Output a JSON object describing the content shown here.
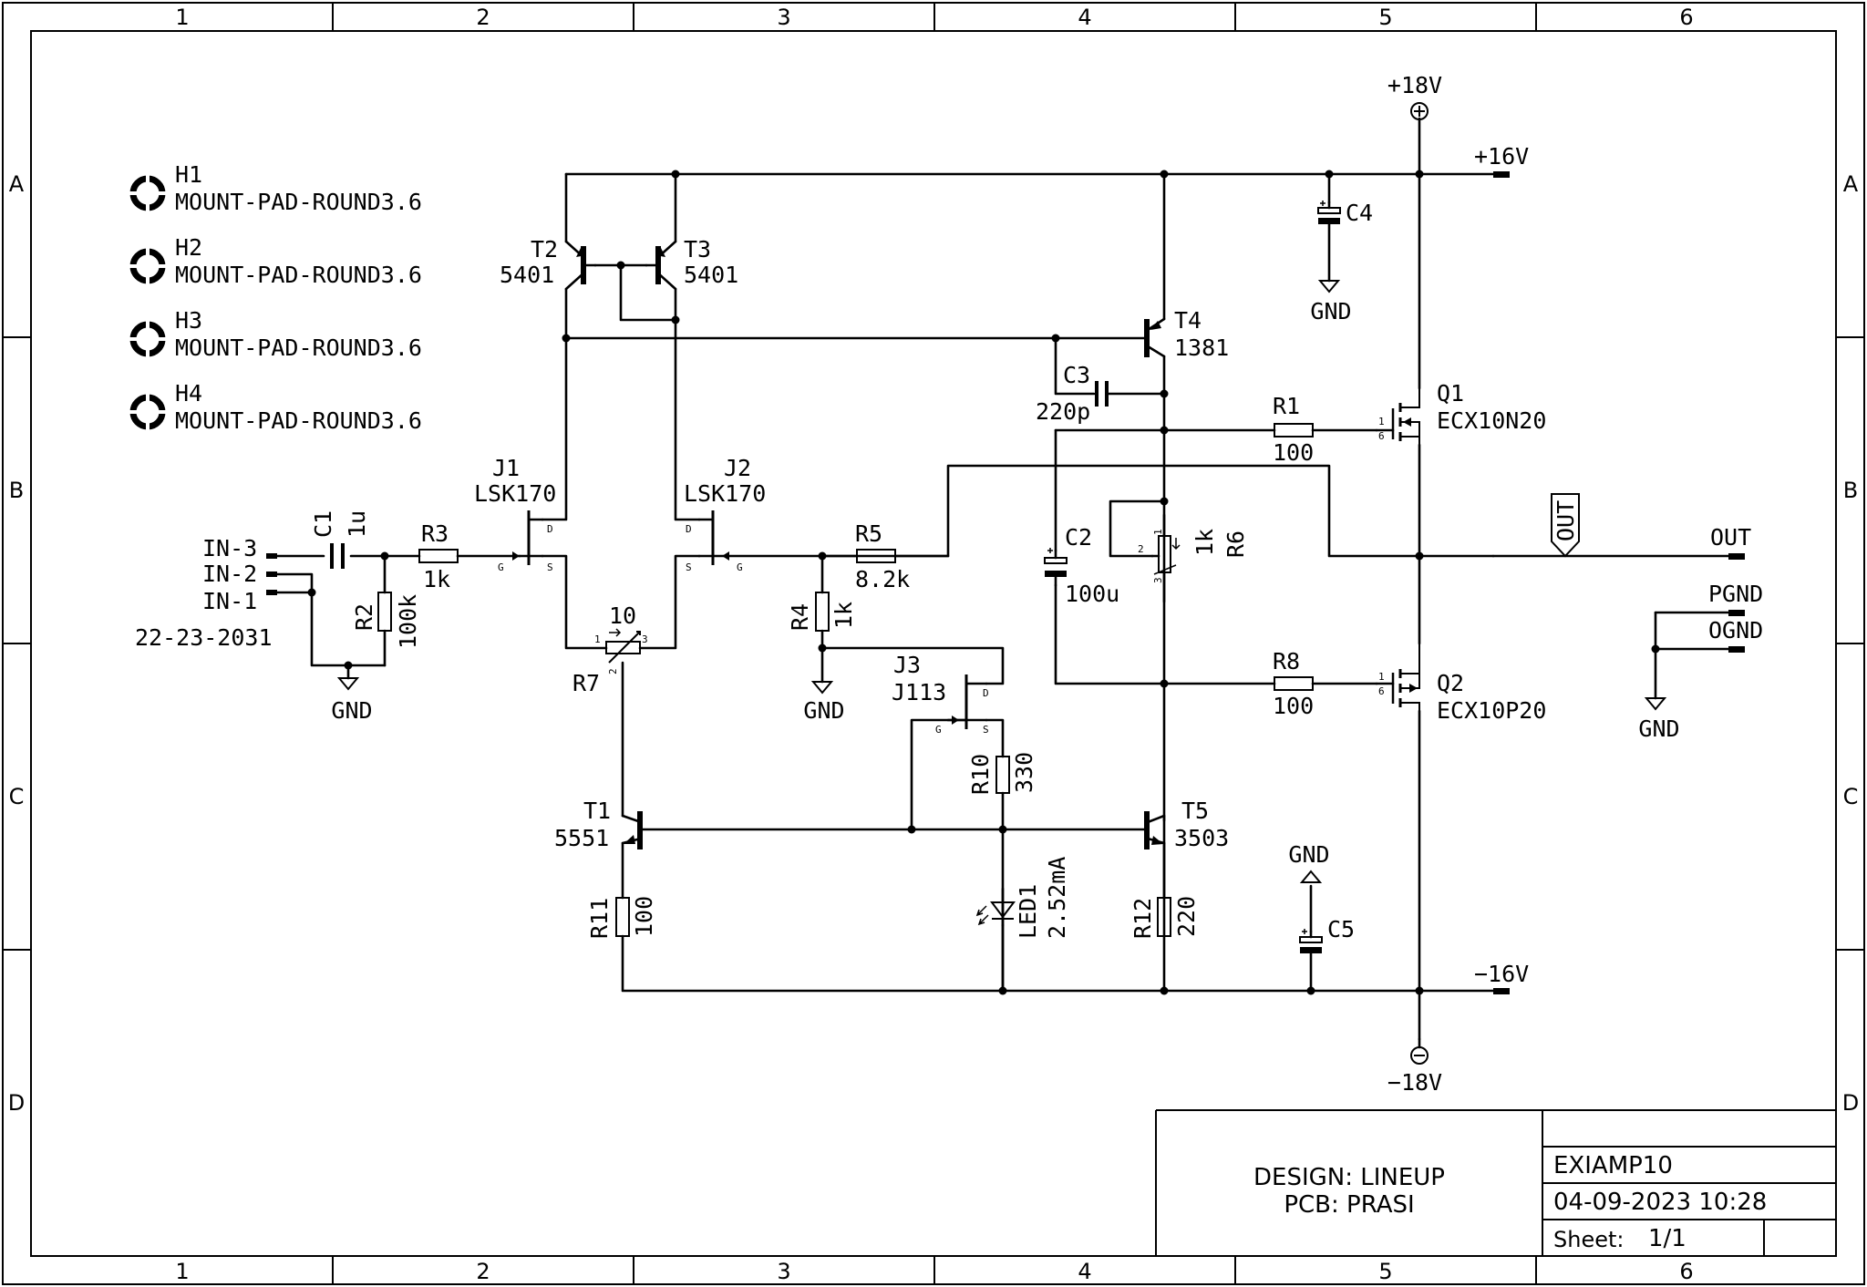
{
  "frame": {
    "columns": [
      "1",
      "2",
      "3",
      "4",
      "5",
      "6"
    ],
    "rows": [
      "A",
      "B",
      "C",
      "D"
    ]
  },
  "mount_holes": [
    {
      "ref": "H1",
      "value": "MOUNT-PAD-ROUND3.6"
    },
    {
      "ref": "H2",
      "value": "MOUNT-PAD-ROUND3.6"
    },
    {
      "ref": "H3",
      "value": "MOUNT-PAD-ROUND3.6"
    },
    {
      "ref": "H4",
      "value": "MOUNT-PAD-ROUND3.6"
    }
  ],
  "components": {
    "C1": {
      "ref": "C1",
      "value": "1u"
    },
    "C2": {
      "ref": "C2",
      "value": "100u"
    },
    "C3": {
      "ref": "C3",
      "value": "220p"
    },
    "C4": {
      "ref": "C4"
    },
    "C5": {
      "ref": "C5"
    },
    "R1": {
      "ref": "R1",
      "value": "100"
    },
    "R2": {
      "ref": "R2",
      "value": "100k"
    },
    "R3": {
      "ref": "R3",
      "value": "1k"
    },
    "R4": {
      "ref": "R4",
      "value": "1k"
    },
    "R5": {
      "ref": "R5",
      "value": "8.2k"
    },
    "R6": {
      "ref": "R6",
      "value": "1k"
    },
    "R7": {
      "ref": "R7",
      "value": "10"
    },
    "R8": {
      "ref": "R8",
      "value": "100"
    },
    "R10": {
      "ref": "R10",
      "value": "330"
    },
    "R11": {
      "ref": "R11",
      "value": "100"
    },
    "R12": {
      "ref": "R12",
      "value": "220"
    },
    "T1": {
      "ref": "T1",
      "value": "5551"
    },
    "T2": {
      "ref": "T2",
      "value": "5401"
    },
    "T3": {
      "ref": "T3",
      "value": "5401"
    },
    "T4": {
      "ref": "T4",
      "value": "1381"
    },
    "T5": {
      "ref": "T5",
      "value": "3503"
    },
    "J1": {
      "ref": "J1",
      "value": "LSK170"
    },
    "J2": {
      "ref": "J2",
      "value": "LSK170"
    },
    "J3": {
      "ref": "J3",
      "value": "J113"
    },
    "Q1": {
      "ref": "Q1",
      "value": "ECX10N20"
    },
    "Q2": {
      "ref": "Q2",
      "value": "ECX10P20"
    },
    "LED1": {
      "ref": "LED1",
      "value": "2.52mA"
    }
  },
  "pins": {
    "d": "D",
    "s": "S",
    "g": "G",
    "n1": "1",
    "n2": "2",
    "n3": "3",
    "n6": "6"
  },
  "connector": {
    "pins": [
      "IN-3",
      "IN-2",
      "IN-1"
    ],
    "part": "22-23-2031"
  },
  "nets": {
    "p18": "+18V",
    "p16": "+16V",
    "m16": "−16V",
    "m18": "−18V",
    "gnd": "GND",
    "out": "OUT",
    "out_flag": "OUT",
    "pgnd": "PGND",
    "ognd": "OGND"
  },
  "title_block": {
    "design": "DESIGN: LINEUP",
    "pcb": "PCB: PRASI",
    "name": "EXIAMP10",
    "date": "04-09-2023 10:28",
    "sheet_label": "Sheet:",
    "sheet_value": "1/1"
  }
}
